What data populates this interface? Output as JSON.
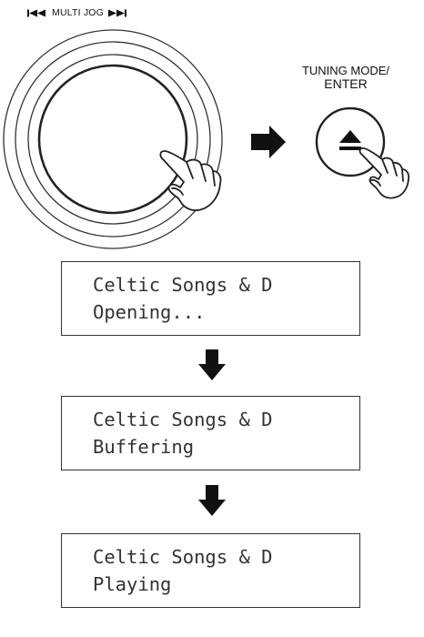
{
  "multi_jog": {
    "prev_icon": "skip-previous-icon",
    "label": "MULTI JOG",
    "next_icon": "skip-next-icon"
  },
  "tuning_mode": {
    "line1": "TUNING MODE/",
    "line2": "ENTER",
    "button_icon": "eject-icon"
  },
  "displays": [
    {
      "line1": "Celtic Songs & D",
      "line2": "Opening..."
    },
    {
      "line1": "Celtic Songs & D",
      "line2": "Buffering"
    },
    {
      "line1": "Celtic Songs & D",
      "line2": "Playing"
    }
  ]
}
